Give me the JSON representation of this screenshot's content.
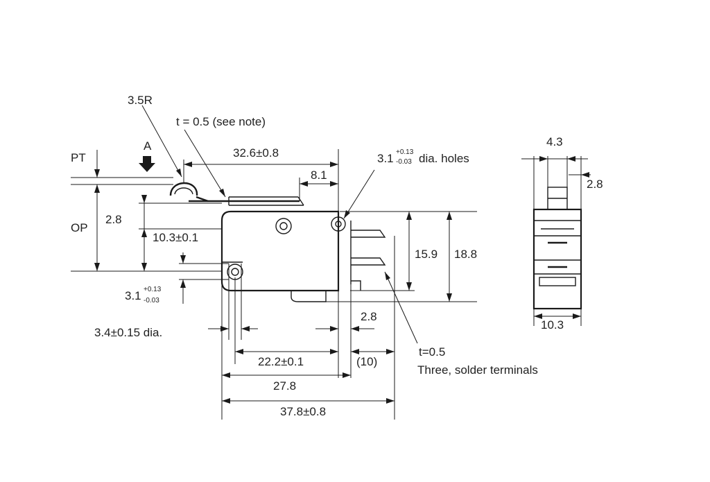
{
  "labels": {
    "radius": "3.5R",
    "lever_thickness": "t = 0.5 (see note)",
    "arrow_a": "A",
    "pt": "PT",
    "op": "OP",
    "lever_length": "32.6±0.8",
    "lever_offset": "8.1",
    "hole_dia_main": "3.1",
    "hole_dia_tol_plus": "+0.13",
    "hole_dia_tol_minus": "-0.03",
    "hole_dia_suffix": "dia. holes",
    "dim_2_8_left": "2.8",
    "dim_10_3_tol": "10.3±0.1",
    "height_15_9": "15.9",
    "height_18_8": "18.8",
    "hole_left_main": "3.1",
    "hole_left_tol_plus": "+0.13",
    "hole_left_tol_minus": "-0.03",
    "pin_dia": "3.4±0.15 dia.",
    "dim_2_8_bottom": "2.8",
    "terminal_note_1": "t=0.5",
    "terminal_note_2": "Three, solder terminals",
    "dim_22_2": "22.2±0.1",
    "dim_10_paren": "(10)",
    "dim_27_8": "27.8",
    "dim_37_8": "37.8±0.8",
    "side_4_3": "4.3",
    "side_2_8": "2.8",
    "side_10_3": "10.3"
  }
}
